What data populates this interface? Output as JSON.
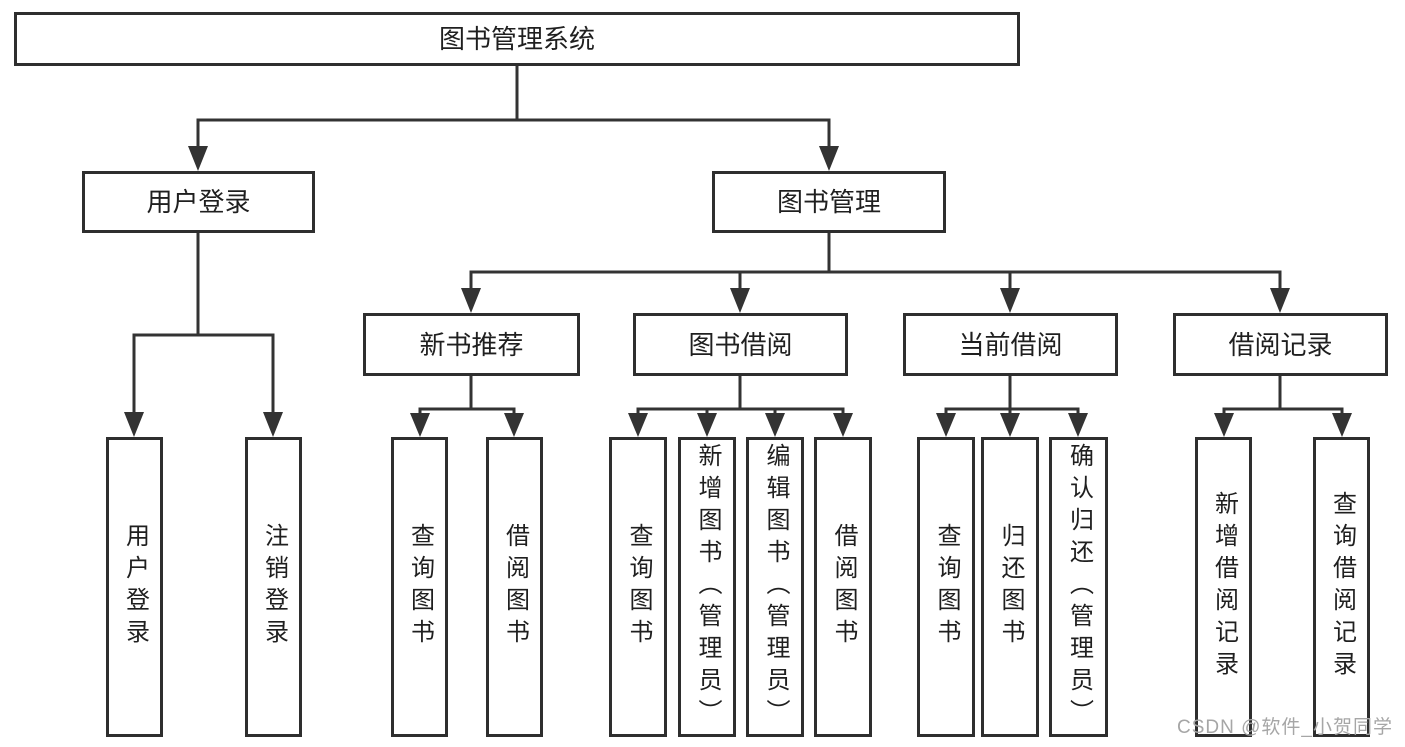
{
  "diagram": {
    "root": {
      "label": "图书管理系统"
    },
    "level2": [
      {
        "id": "user-login",
        "label": "用户登录"
      },
      {
        "id": "book-management",
        "label": "图书管理"
      }
    ],
    "level3": [
      {
        "id": "new-book-recommend",
        "label": "新书推荐",
        "parent": "book-management"
      },
      {
        "id": "book-borrow",
        "label": "图书借阅",
        "parent": "book-management"
      },
      {
        "id": "current-borrow",
        "label": "当前借阅",
        "parent": "book-management"
      },
      {
        "id": "borrow-records",
        "label": "借阅记录",
        "parent": "book-management"
      }
    ],
    "leaves": [
      {
        "id": "user-login-action",
        "label": "用户登录",
        "parent": "user-login"
      },
      {
        "id": "logout-action",
        "label": "注销登录",
        "parent": "user-login"
      },
      {
        "id": "query-books-recommend",
        "label": "查询图书",
        "parent": "new-book-recommend"
      },
      {
        "id": "borrow-books-recommend",
        "label": "借阅图书",
        "parent": "new-book-recommend"
      },
      {
        "id": "query-books-borrow",
        "label": "查询图书",
        "parent": "book-borrow"
      },
      {
        "id": "add-books-admin",
        "label": "新增图书（管理员）",
        "parent": "book-borrow"
      },
      {
        "id": "edit-books-admin",
        "label": "编辑图书（管理员）",
        "parent": "book-borrow"
      },
      {
        "id": "borrow-books",
        "label": "借阅图书",
        "parent": "book-borrow"
      },
      {
        "id": "query-books-current",
        "label": "查询图书",
        "parent": "current-borrow"
      },
      {
        "id": "return-books",
        "label": "归还图书",
        "parent": "current-borrow"
      },
      {
        "id": "confirm-return-admin",
        "label": "确认归还（管理员）",
        "parent": "current-borrow"
      },
      {
        "id": "add-borrow-record",
        "label": "新增借阅记录",
        "parent": "borrow-records"
      },
      {
        "id": "query-borrow-record",
        "label": "查询借阅记录",
        "parent": "borrow-records"
      }
    ]
  },
  "watermark": {
    "text": "CSDN @软件_小贺同学"
  },
  "colors": {
    "line": "#333333",
    "box_border": "#2e2e2e",
    "text": "#1f1f1f",
    "watermark": "#a6a6a6",
    "background": "#ffffff"
  }
}
